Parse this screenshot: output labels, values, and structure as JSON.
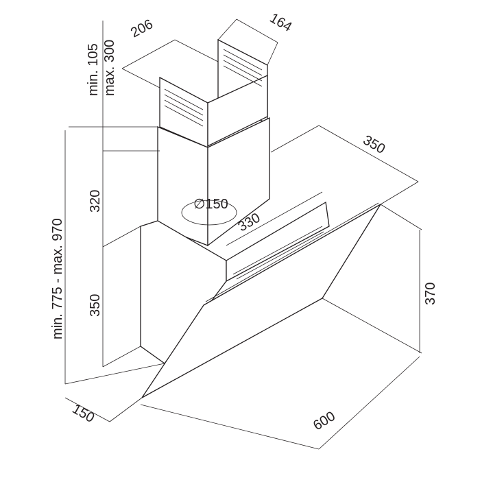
{
  "title": "Cooker hood dimension drawing",
  "dimensions": {
    "chimney_width": "206",
    "chimney_depth": "164",
    "chimney_min": "min. 105",
    "chimney_max": "max. 300",
    "chimney_lower_height": "320",
    "body_height": "350",
    "total_height": "min. 775 - max. 970",
    "hood_depth": "350",
    "outlet_diameter": "∅150",
    "inner_width": "330",
    "glass_height": "370",
    "back_depth": "150",
    "hood_width": "600"
  }
}
